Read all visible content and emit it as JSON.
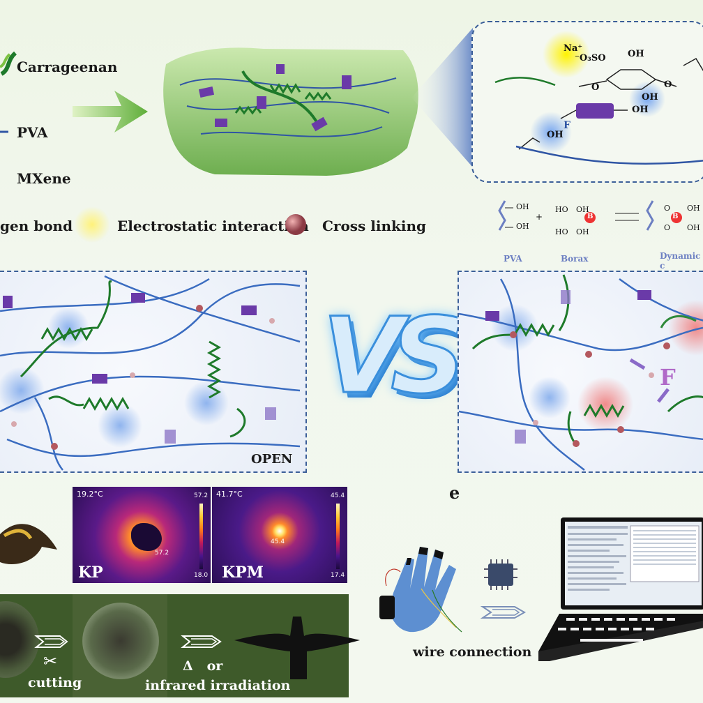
{
  "legend": {
    "carrageenan": "Carrageenan",
    "pva": "PVA",
    "mxene": "MXene",
    "hydrogen_bond": "gen bond",
    "electrostatic": "Electrostatic interaction",
    "cross_linking": "Cross linking"
  },
  "chem": {
    "na": "Na⁺",
    "so3": "⁻O₃SO",
    "oh_top": "OH",
    "oh_ring": "OH",
    "o_left": "O",
    "o_right": "O",
    "oh_mx": "OH",
    "f": "F",
    "oh_left": "OH"
  },
  "reaction": {
    "pva_label": "PVA",
    "borax_label": "Borax",
    "dynamic_label": "Dynamic c",
    "plus": "+",
    "oh": "OH",
    "b": "B",
    "ho": "HO",
    "o": "O"
  },
  "panels": {
    "open_label": "OPEN",
    "vs_text": "VS",
    "f_label": "F"
  },
  "thermal": {
    "kp": {
      "name": "KP",
      "temp": "19.2°C",
      "max": "57.2",
      "min": "18.0",
      "spot": "57.2"
    },
    "kpm": {
      "name": "KPM",
      "temp": "41.7°C",
      "max": "45.4",
      "min": "17.4",
      "spot": "45.4"
    }
  },
  "panel_e": {
    "letter": "e",
    "wire_connection": "wire connection"
  },
  "recycling": {
    "cutting": "cutting",
    "delta_or": "Δ   or",
    "infrared": "infrared irradiation"
  },
  "colors": {
    "pva_blue": "#2f55a4",
    "carrageenan_green": "#1e7a2a",
    "mxene_purple": "#6a3aa8",
    "crosslink": "#b4585e",
    "panel_border": "#3b5f98"
  }
}
